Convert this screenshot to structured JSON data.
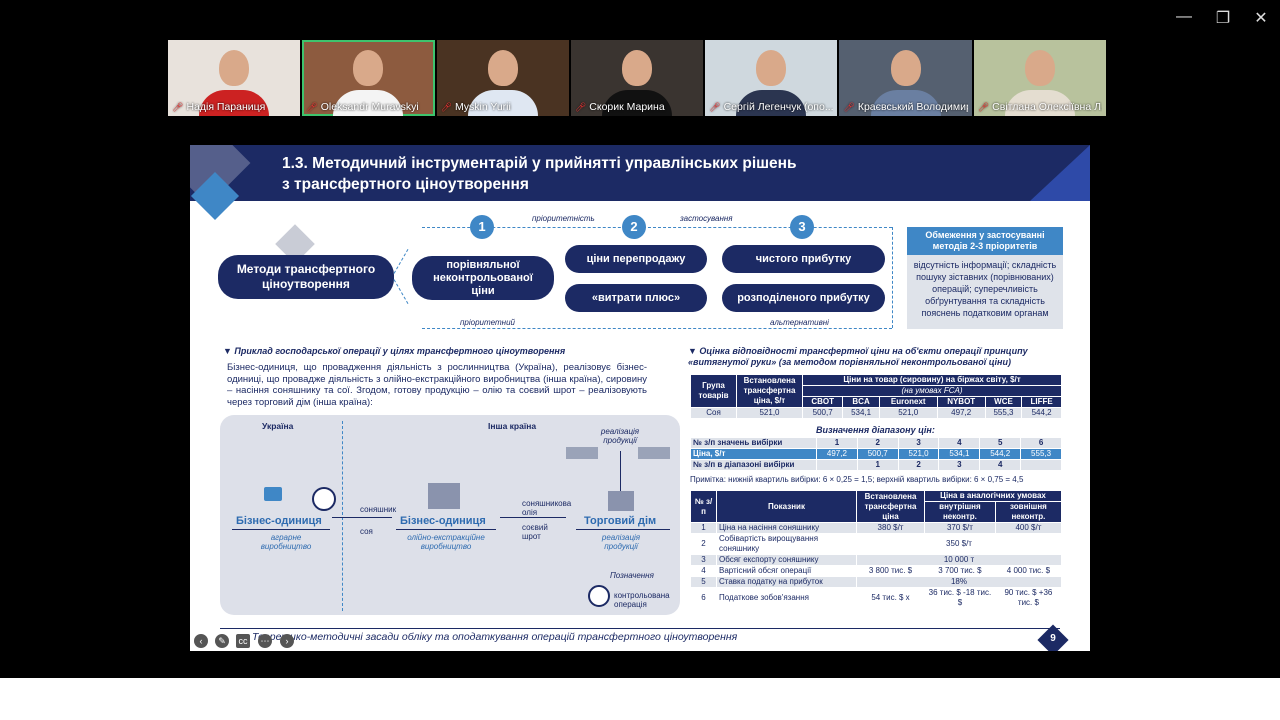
{
  "window": {
    "minimize": "—",
    "restore": "❐",
    "close": "✕"
  },
  "participants": [
    {
      "name": "Надія Параниця",
      "bg": "#e8e2dc",
      "shirt": "#c22"
    },
    {
      "name": "Oleksandr Muravskyi",
      "bg": "#8d5b3f",
      "shirt": "#f4f4f4"
    },
    {
      "name": "Myskin Yurii",
      "bg": "#4a3322",
      "shirt": "#dfe7f2"
    },
    {
      "name": "Скорик Марина",
      "bg": "#3a3430",
      "shirt": "#111"
    },
    {
      "name": "Сергій Легенчук (опо...",
      "bg": "#cfd8de",
      "shirt": "#2b3550"
    },
    {
      "name": "Краєвський Володимир",
      "bg": "#556070",
      "shirt": "#6a7fa1"
    },
    {
      "name": "Світлана Олексіївна Л...",
      "bg": "#b8c29d",
      "shirt": "#e4ddd0"
    }
  ],
  "slide": {
    "title1": "1.3. Методичний інструментарій у прийнятті управлінських рішень",
    "title2": "з трансфертного ціноутворення",
    "methods_main": "Методи трансфертного ціноутворення",
    "priority_label": "пріоритетність",
    "application_label": "застосування",
    "priority_bottom": "пріоритетний",
    "alternative_bottom": "альтернативні",
    "n1": "1",
    "n2": "2",
    "n3": "3",
    "m1": "порівняльної неконтрольованої ціни",
    "m2a": "ціни перепродажу",
    "m2b": "«витрати плюс»",
    "m3a": "чистого прибутку",
    "m3b": "розподіленого прибутку",
    "limit_title": "Обмеження у застосуванні методів 2-3 пріоритетів",
    "limit_body": "відсутність інформації; складність пошуку зіставних (порівнюваних) операцій; суперечливість обґрунтування та складність пояснень податковим органам",
    "example_title": "▼ Приклад господарської операції у цілях трансфертного ціноутворення",
    "example_text": "Бізнес-одиниця, що провадження діяльність з рослинництва (Україна), реалізовує бізнес-одиниці, що провадже діяльність з олійно-екстракційного виробництва (інша країна), сировину – насіння соняшнику та сої. Згодом, готову продукцію – олію та соєвий шрот – реалізовують через торговий дім (інша країна):",
    "d_ukraine": "Україна",
    "d_other": "Інша країна",
    "d_biz1": "Бізнес-одиниця",
    "d_biz1_sub": "аграрне виробництво",
    "d_sun": "соняшник",
    "d_soy": "соя",
    "d_biz2": "Бізнес-одиниця",
    "d_biz2_sub": "олійно-екстракційне виробництво",
    "d_oil": "соняшникова олія",
    "d_meal": "соєвий шрот",
    "d_trade": "Торговий дім",
    "d_trade_sub": "реалізація продукції",
    "d_sale": "реалізація продукції",
    "d_legend": "Позначення",
    "d_controlled": "контрольована операція",
    "eval_title": "▼ Оцінка відповідності трансфертної ціни на об'єкти операції принципу «витягнутої руки» (за методом порівняльної неконтрольованої ціни)",
    "range_title": "Визначення діапазону цін:",
    "note": "Примітка: нижній квартиль вибірки: 6 × 0,25 = 1,5; верхній квартиль вибірки: 6 × 0,75 = 4,5",
    "footer": "Теоретико-методичні засади обліку та оподаткування операцій трансфертного ціноутворення",
    "page": "9"
  },
  "table1": {
    "h_group": "Група товарів",
    "h_set": "Встановлена трансфертна ціна, $/т",
    "h_prices": "Ціни на товар (сировину) на біржах світу, $/т",
    "h_fca": "(на умовах FCA)",
    "exchanges": [
      "CBOT",
      "BCA",
      "Euronext",
      "NYBOT",
      "WCE",
      "LIFFE"
    ],
    "row": [
      "Соя",
      "521,0",
      "500,7",
      "534,1",
      "521,0",
      "497,2",
      "555,3",
      "544,2"
    ]
  },
  "table2": {
    "r1_label": "№ з/п значень вибірки",
    "r1": [
      "1",
      "2",
      "3",
      "4",
      "5",
      "6"
    ],
    "r2_label": "Ціна, $/т",
    "r2": [
      "497,2",
      "500,7",
      "521,0",
      "534,1",
      "544,2",
      "555,3"
    ],
    "r3_label": "№ з/п в діапазоні вибірки",
    "r3": [
      "1",
      "2",
      "3",
      "4"
    ]
  },
  "table3": {
    "h_no": "№ з/п",
    "h_ind": "Показник",
    "h_set": "Встановлена трансфертна ціна",
    "h_analog": "Ціна в аналогічних умовах",
    "h_int": "внутрішня неконтр.",
    "h_ext": "зовнішня неконтр.",
    "rows": [
      [
        "1",
        "Ціна на насіння соняшнику",
        "380 $/т",
        "370 $/т",
        "400 $/т"
      ],
      [
        "2",
        "Собівартість вирощування соняшнику",
        "350 $/т",
        "",
        ""
      ],
      [
        "3",
        "Обсяг експорту соняшнику",
        "10 000 т",
        "",
        ""
      ],
      [
        "4",
        "Вартісний обсяг операції",
        "3 800 тис. $",
        "3 700 тис. $",
        "4 000 тис. $"
      ],
      [
        "5",
        "Ставка податку на прибуток",
        "18%",
        "",
        ""
      ],
      [
        "6",
        "Податкове зобов'язання",
        "54 тис. $ x",
        "36 тис. $ -18 тис. $",
        "90 тис. $ +36 тис. $"
      ]
    ]
  }
}
